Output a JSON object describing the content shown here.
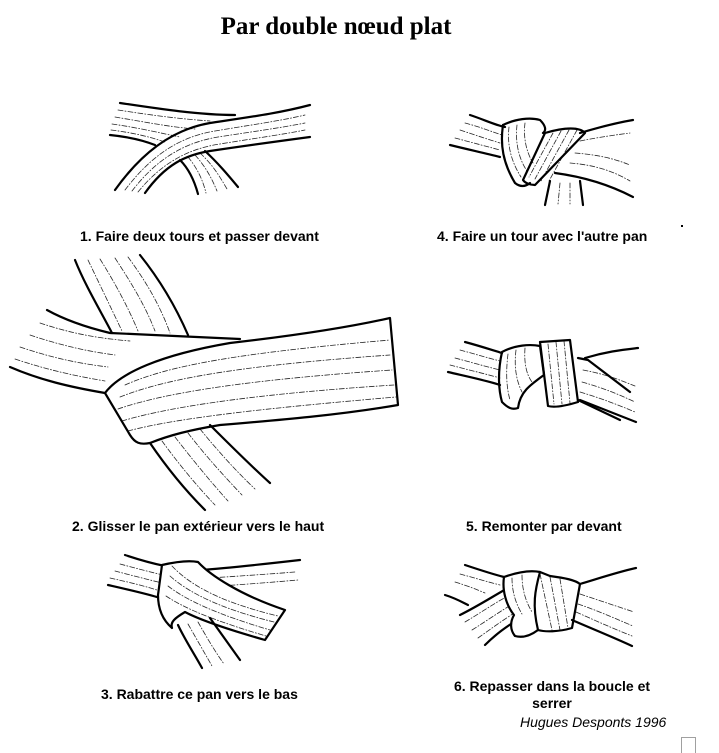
{
  "document": {
    "title": "Par double nœud plat",
    "credit": "Hugues Desponts 1996"
  },
  "steps": [
    {
      "number": 1,
      "caption": "1. Faire deux tours et passer devant",
      "illustration": "belt-crossing-illustration"
    },
    {
      "number": 2,
      "caption": "2. Glisser le pan extérieur vers le haut",
      "illustration": "belt-tuck-up-illustration"
    },
    {
      "number": 3,
      "caption": "3. Rabattre ce pan vers le bas",
      "illustration": "belt-fold-down-illustration"
    },
    {
      "number": 4,
      "caption": "4. Faire un tour avec l'autre pan",
      "illustration": "belt-wrap-illustration"
    },
    {
      "number": 5,
      "caption": "5. Remonter par devant",
      "illustration": "belt-bring-up-illustration"
    },
    {
      "number": 6,
      "caption": "6. Repasser dans la boucle et serrer",
      "illustration": "belt-final-knot-illustration"
    }
  ],
  "colors": {
    "ink": "#000000",
    "paper": "#ffffff"
  }
}
